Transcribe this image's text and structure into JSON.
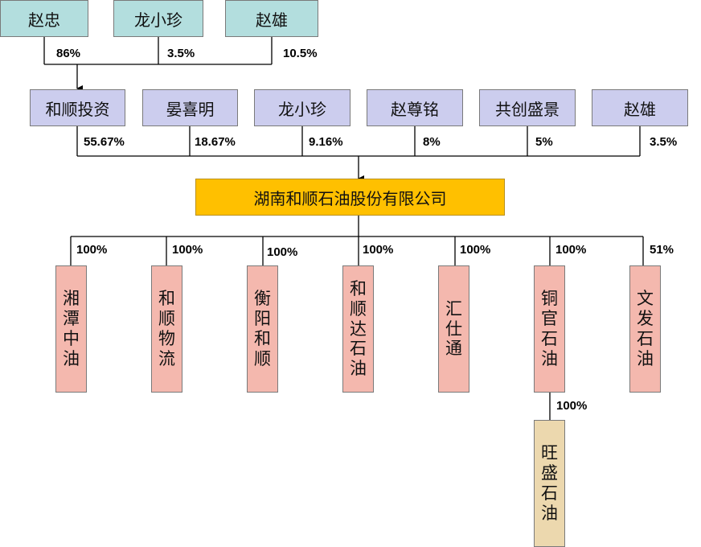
{
  "top_shareholders": [
    {
      "name": "赵忠",
      "pct": "86%"
    },
    {
      "name": "龙小珍",
      "pct": "3.5%"
    },
    {
      "name": "赵雄",
      "pct": "10.5%"
    }
  ],
  "shareholders": [
    {
      "name": "和顺投资",
      "pct": "55.67%"
    },
    {
      "name": "晏喜明",
      "pct": "18.67%"
    },
    {
      "name": "龙小珍",
      "pct": "9.16%"
    },
    {
      "name": "赵尊铭",
      "pct": "8%"
    },
    {
      "name": "共创盛景",
      "pct": "5%"
    },
    {
      "name": "赵雄",
      "pct": "3.5%"
    }
  ],
  "company": {
    "name": "湖南和顺石油股份有限公司"
  },
  "subsidiaries": [
    {
      "name": "湘潭中油",
      "pct": "100%"
    },
    {
      "name": "和顺物流",
      "pct": "100%"
    },
    {
      "name": "衡阳和顺",
      "pct": "100%"
    },
    {
      "name": "和顺达石油",
      "pct": "100%"
    },
    {
      "name": "汇仕通",
      "pct": "100%"
    },
    {
      "name": "铜官石油",
      "pct": "100%"
    },
    {
      "name": "文发石油",
      "pct": "51%"
    }
  ],
  "sub_subsidiary": {
    "name": "旺盛石油",
    "pct": "100%"
  },
  "colors": {
    "top_shareholder_fill": "#b3dede",
    "shareholder_fill": "#cccdee",
    "company_fill": "#ffc000",
    "subsidiary_fill": "#f4b8ae",
    "sub_subsidiary_fill": "#ecd8ae"
  }
}
